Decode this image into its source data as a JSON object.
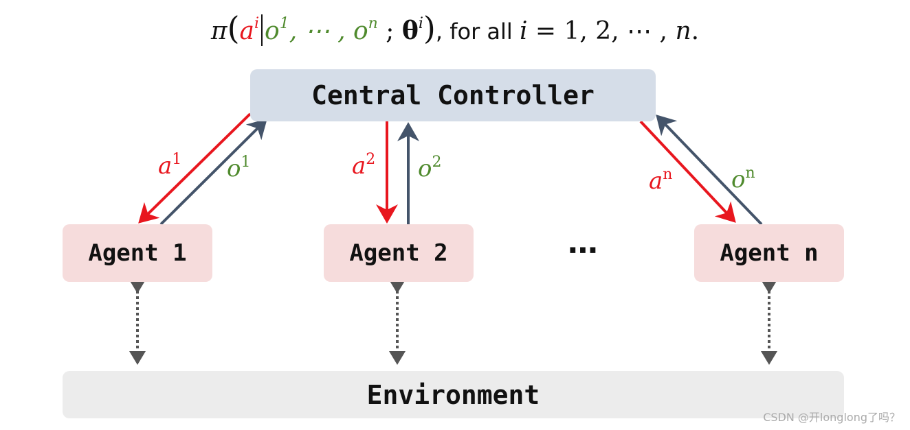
{
  "formula": {
    "pi": "π",
    "open_paren": "(",
    "a": "a",
    "a_sup": "i",
    "o1": "o",
    "o1_sup": "1",
    "comma1": ",",
    "cdots": " ⋯ ",
    "comma2": ",",
    "on": "o",
    "on_sup": "n",
    "semicolon": " ; ",
    "theta": "θ",
    "theta_sup": "i",
    "close_paren": ")",
    "for_all": ", for all ",
    "i": "i",
    "equals_values": " = 1, 2, ⋯ , ",
    "n": "n",
    "period": "."
  },
  "controller": {
    "label": "Central Controller"
  },
  "agents": [
    {
      "label": "Agent 1",
      "action": "a",
      "action_sup": "1",
      "observation": "o",
      "observation_sup": "1"
    },
    {
      "label": "Agent 2",
      "action": "a",
      "action_sup": "2",
      "observation": "o",
      "observation_sup": "2"
    },
    {
      "label": "Agent n",
      "action": "a",
      "action_sup": "n",
      "observation": "o",
      "observation_sup": "n"
    }
  ],
  "ellipsis": "⋯",
  "environment": {
    "label": "Environment"
  },
  "watermark": "CSDN @开longlong了吗？",
  "colors": {
    "action": "#e8161e",
    "observation_label": "#4f8a2d",
    "observation_arrow": "#44546a",
    "dotted_arrow": "#555555",
    "controller_bg": "#d5dde8",
    "agent_bg": "#f6dcdc",
    "environment_bg": "#ececec"
  }
}
